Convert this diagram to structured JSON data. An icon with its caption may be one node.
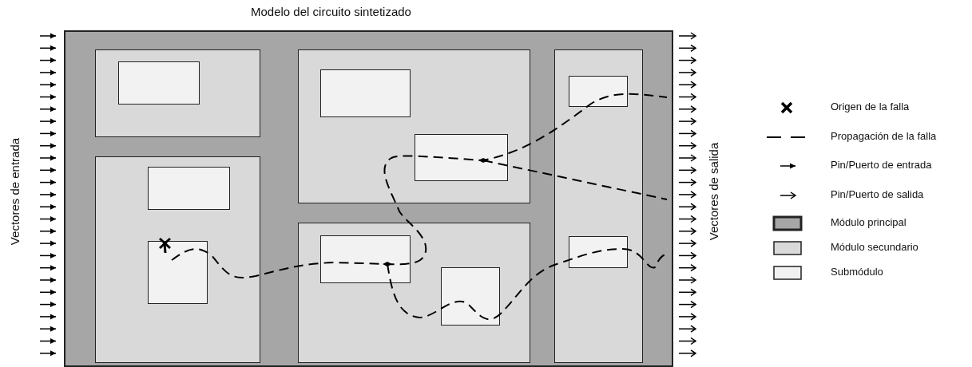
{
  "diagram": {
    "title": "Modelo del circuito sintetizado",
    "nodes": [
      {
        "text": [],
        "shape": "box"
      },
      {
        "text": [],
        "shape": "box",
        "in": 0
      },
      {
        "text": [],
        "shape": "box",
        "in": 1
      },
      {
        "text": [],
        "shape": "box",
        "in": 0
      },
      {
        "text": [],
        "shape": "box",
        "in": 3
      },
      {
        "text": [],
        "shape": "box",
        "in": 3
      },
      {
        "text": [],
        "shape": "box",
        "in": 0
      },
      {
        "text": [],
        "shape": "box",
        "in": 6
      },
      {
        "text": [],
        "shape": "box",
        "in": 6
      },
      {
        "text": [],
        "shape": "box",
        "in": 0
      },
      {
        "text": [],
        "shape": "box",
        "in": 9
      },
      {
        "text": [],
        "shape": "box",
        "in": 9
      },
      {
        "text": [],
        "shape": "box",
        "in": 0
      },
      {
        "text": [],
        "shape": "box",
        "in": 12
      },
      {
        "text": [],
        "shape": "box",
        "in": 12
      }
    ],
    "labels": [
      "Vectores de entrada",
      "Vectores de salida"
    ],
    "legend": [
      {
        "text": "Origen de la falla"
      },
      {
        "text": "Propagación de la falla"
      },
      {
        "text": "Pin/Puerto de entrada"
      },
      {
        "text": "Pin/Puerto de salida"
      },
      {
        "text": "Módulo principal",
        "color": "#a6a6a6"
      },
      {
        "text": "Módulo secundario",
        "color": "#d9d9d9"
      },
      {
        "text": "Submódulo",
        "color": "#f2f2f2"
      }
    ]
  }
}
